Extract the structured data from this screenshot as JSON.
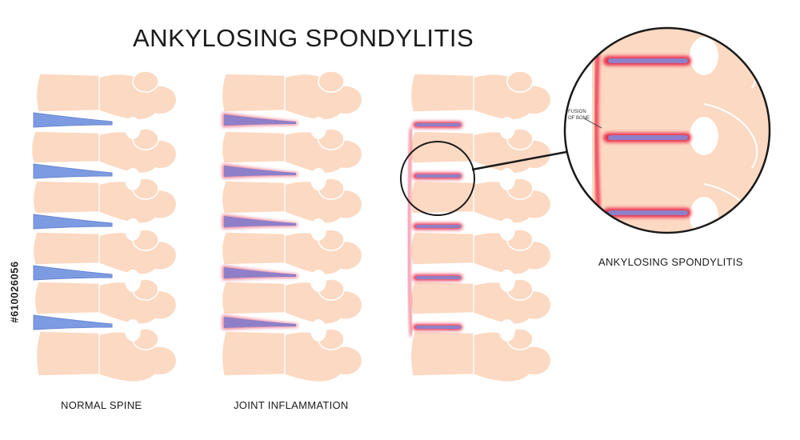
{
  "title": "ANKYLOSING SPONDYLITIS",
  "labels": {
    "normal": "NORMAL SPINE",
    "inflammation": "JOINT INFLAMMATION",
    "ankylosing": "ANKYLOSING SPONDYLITIS",
    "fusion": "FUSION\nOF BONE"
  },
  "stock_id": "#610026056",
  "colors": {
    "bone": "#fcd9c2",
    "bone_shadow": "#f4c6ab",
    "bone_line": "#ffffff",
    "disc_normal": "#7d9be0",
    "disc_inflamed": "#8e7fc8",
    "inflamed_glow": "#e85672",
    "fusion_red": "#ea2e4e",
    "foramen": "#ffffff",
    "outline": "#1a1a1a"
  },
  "spines": [
    {
      "id": "normal",
      "disc_style": "normal"
    },
    {
      "id": "inflammation",
      "disc_style": "inflamed"
    },
    {
      "id": "ankylosing",
      "disc_style": "fused"
    }
  ]
}
